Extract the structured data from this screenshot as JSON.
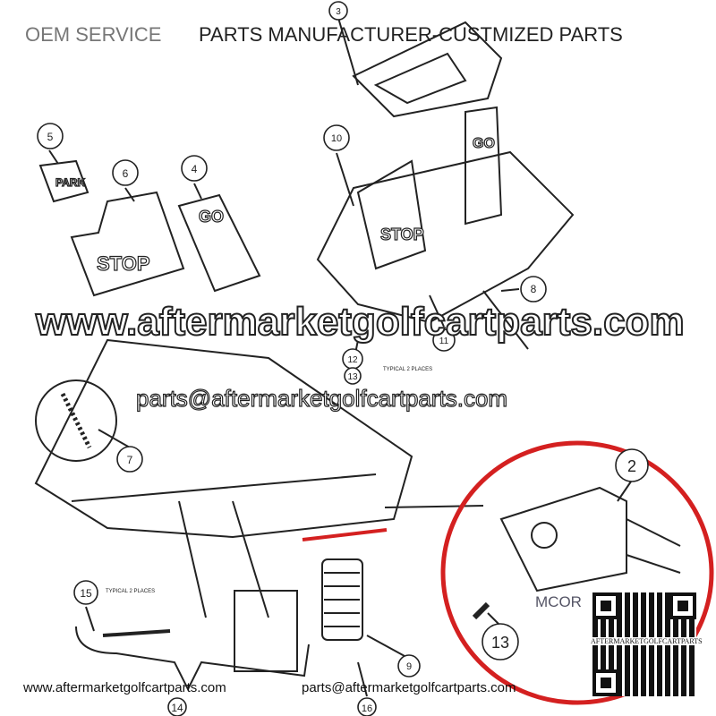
{
  "header": {
    "left": "OEM SERVICE",
    "right": "PARTS MANUFACTURER-CUSTMIZED PARTS"
  },
  "watermark": {
    "site": "www.aftermarketgolfcartparts.com",
    "email": "parts@aftermarketgolfcartparts.com"
  },
  "footer": {
    "site": "www.aftermarketgolfcartparts.com",
    "email": "parts@aftermarketgolfcartparts.com"
  },
  "qr_label": "AFTERMARKETGOLFCARTPARTS",
  "part_labels": {
    "park": "PARK",
    "stop": "STOP",
    "go": "GO",
    "stop_installed": "STOP",
    "go_installed": "GO",
    "mcor": "MCOR"
  },
  "notes": {
    "typical_1": "TYPICAL 2 PLACES",
    "typical_2": "TYPICAL 2 PLACES"
  },
  "callouts": [
    "3",
    "5",
    "6",
    "4",
    "10",
    "8",
    "11",
    "12",
    "13",
    "7",
    "2",
    "13",
    "15",
    "14",
    "9",
    "16"
  ],
  "colors": {
    "highlight": "#d42020",
    "header_gray": "#777777"
  }
}
